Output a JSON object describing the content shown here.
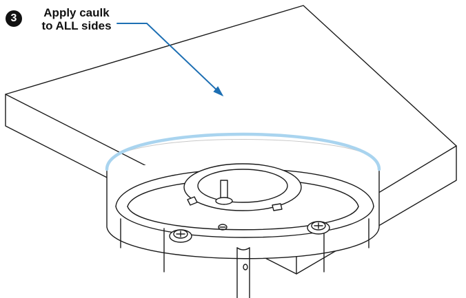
{
  "step": {
    "number": "3",
    "text_line1": "Apply caulk",
    "text_line2": "to ALL sides"
  },
  "colors": {
    "caulk": "#a9d4ef",
    "leader": "#1d6fb3",
    "outline": "#1a1a1a",
    "badge": "#111111"
  },
  "icons": {
    "badge": "numbered-circle",
    "screw": "screw-head-icon"
  }
}
